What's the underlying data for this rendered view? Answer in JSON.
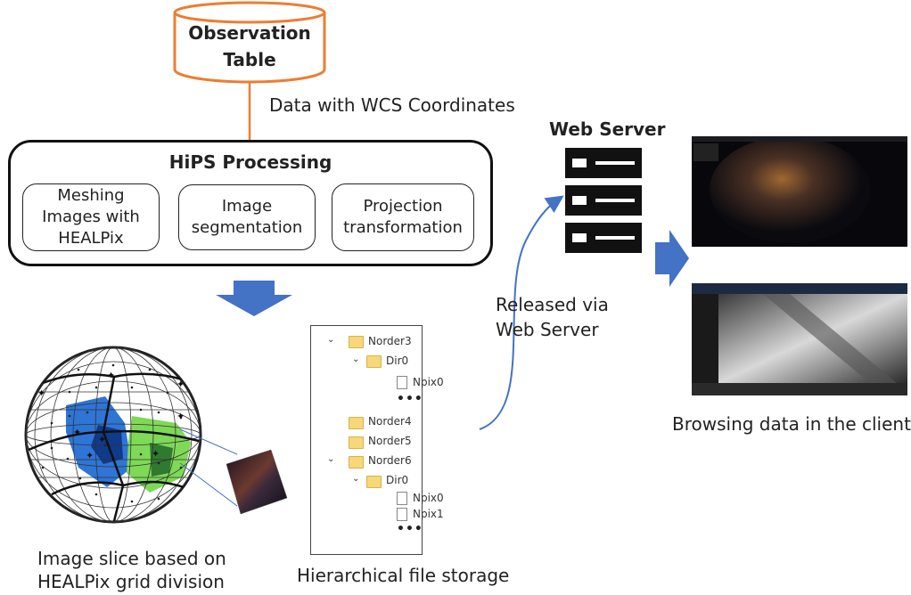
{
  "database": {
    "label_line1": "Observation",
    "label_line2": "Table"
  },
  "flow": {
    "data_wcs": "Data with WCS Coordinates",
    "released_line1": "Released via",
    "released_line2": "Web Server"
  },
  "hips": {
    "title": "HiPS Processing",
    "steps": [
      {
        "line1": "Meshing",
        "line2": "Images with",
        "line3": "HEALPix"
      },
      {
        "line1": "Image",
        "line2": "segmentation"
      },
      {
        "line1": "Projection",
        "line2": "transformation"
      }
    ]
  },
  "web_server": {
    "title": "Web Server"
  },
  "tree": {
    "items": [
      {
        "label": "Norder3"
      },
      {
        "label": "Dir0"
      },
      {
        "label": "Npix0"
      },
      {
        "label": "•••"
      },
      {
        "label": "Norder4"
      },
      {
        "label": "Norder5"
      },
      {
        "label": "Norder6"
      },
      {
        "label": "Dir0"
      },
      {
        "label": "Npix0"
      },
      {
        "label": "Npix1"
      },
      {
        "label": "•••"
      }
    ]
  },
  "captions": {
    "slice_line1": "Image slice based on",
    "slice_line2": "HEALPix grid division",
    "storage": "Hierarchical file storage",
    "client": "Browsing data in the client"
  },
  "colors": {
    "accent_orange": "#ED7D31",
    "arrow_blue": "#4472C4",
    "blue_cells": "#2E75D6",
    "green_cells": "#7ED957"
  }
}
